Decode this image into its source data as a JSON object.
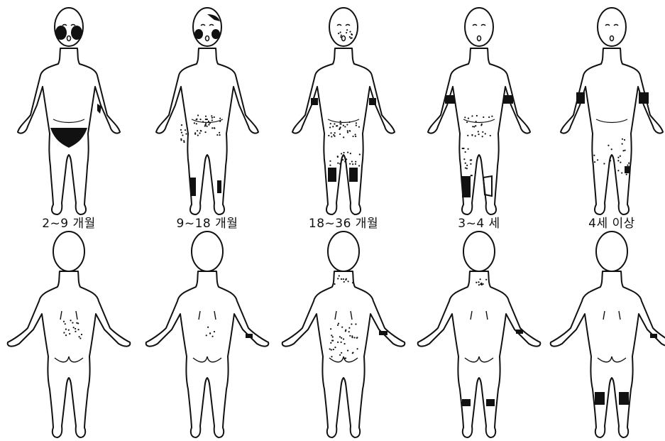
{
  "age_labels": [
    "2~9 개월",
    "9~18 개월",
    "18~36 개월",
    "3~4 세",
    "4세 이상"
  ],
  "colors": {
    "line": "#111111",
    "fill": "#ffffff",
    "lesion": "#111111"
  }
}
